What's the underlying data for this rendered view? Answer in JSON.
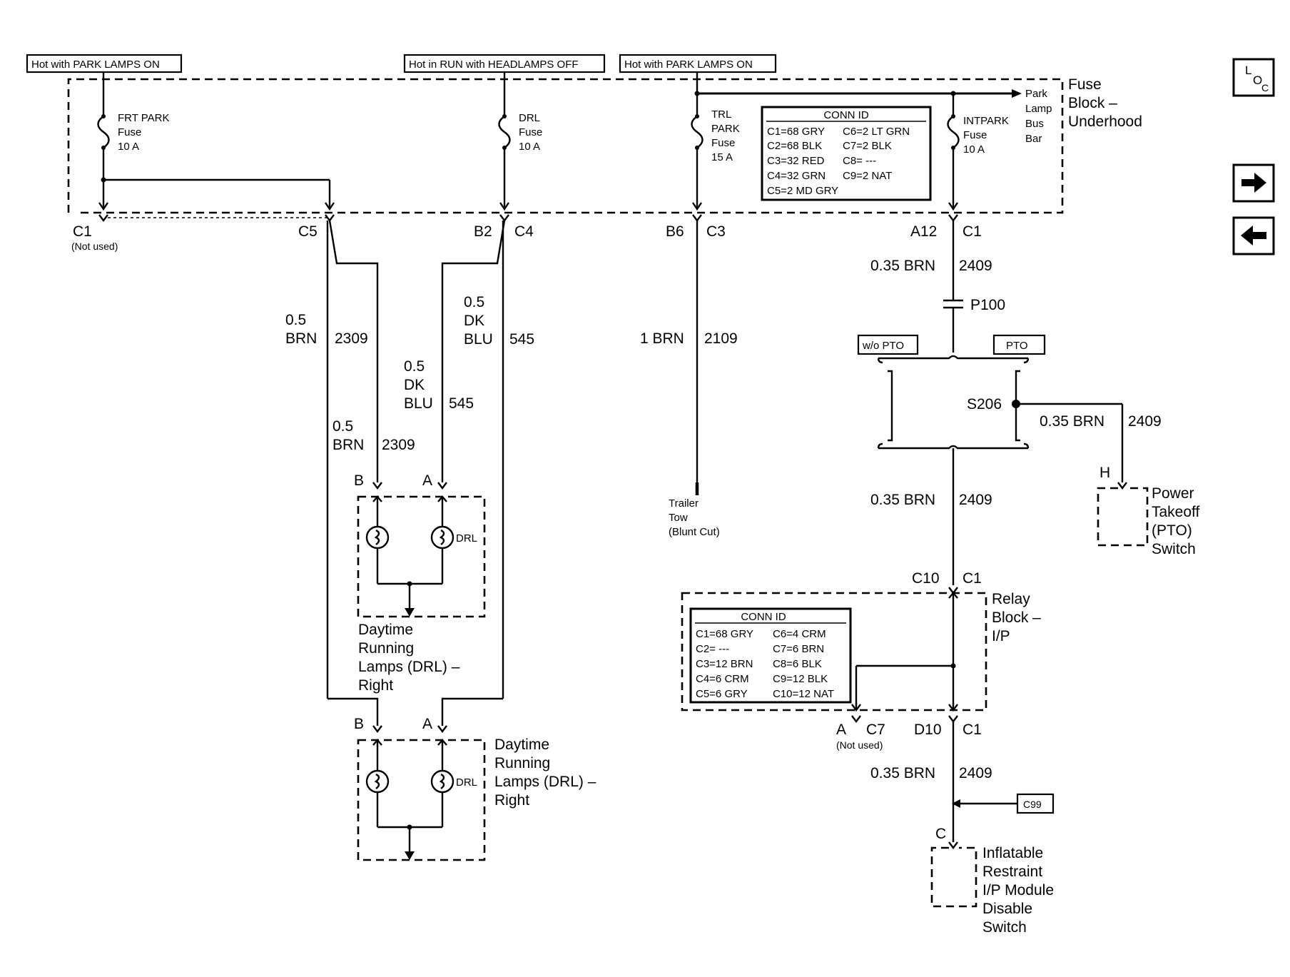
{
  "hot_labels": {
    "park_left": "Hot with PARK LAMPS ON",
    "run_drl": "Hot in RUN with HEADLAMPS OFF",
    "park_right": "Hot with PARK LAMPS ON"
  },
  "fuse_block": {
    "title_1": "Fuse",
    "title_2": "Block –",
    "title_3": "Underhood",
    "fuses": {
      "frt_park": {
        "l1": "FRT PARK",
        "l2": "Fuse",
        "l3": "10 A"
      },
      "drl": {
        "l1": "DRL",
        "l2": "Fuse",
        "l3": "10 A"
      },
      "trl_park": {
        "l1": "TRL",
        "l2": "PARK",
        "l3": "Fuse",
        "l4": "15 A"
      },
      "intpark": {
        "l1": "INTPARK",
        "l2": "Fuse",
        "l3": "10 A"
      }
    },
    "bus_bar": {
      "l1": "Park",
      "l2": "Lamp",
      "l3": "Bus",
      "l4": "Bar"
    },
    "conn_id": {
      "title": "CONN ID",
      "left": [
        "C1=68 GRY",
        "C2=68 BLK",
        "C3=32 RED",
        "C4=32 GRN",
        "C5=2 MD GRY"
      ],
      "right": [
        "C6=2 LT GRN",
        "C7=2 BLK",
        "C8= ---",
        "C9=2 NAT"
      ]
    }
  },
  "connectors": {
    "c1_left": "C1",
    "not_used_1": "(Not used)",
    "c5": "C5",
    "b2": "B2",
    "c4": "C4",
    "b6": "B6",
    "c3": "C3",
    "a12": "A12",
    "c1_right": "C1",
    "p100": "P100",
    "s206": "S206",
    "c10": "C10",
    "c1_relay_top": "C1",
    "a_c7_a": "A",
    "a_c7_c7": "C7",
    "not_used_2": "(Not used)",
    "d10": "D10",
    "c1_relay_bot": "C1"
  },
  "wires": {
    "w2309_top_gauge": "0.5",
    "w2309_top_color": "BRN",
    "w2309_top_num": "2309",
    "w545_top_gauge": "0.5",
    "w545_top_color1": "DK",
    "w545_top_color2": "BLU",
    "w545_top_num": "545",
    "w545_mid_gauge": "0.5",
    "w545_mid_color1": "DK",
    "w545_mid_color2": "BLU",
    "w545_mid_num": "545",
    "w2309_mid_gauge": "0.5",
    "w2309_mid_color": "BRN",
    "w2309_mid_num": "2309",
    "w2109_label": "1 BRN",
    "w2109_num": "2109",
    "w2409_1_label": "0.35 BRN",
    "w2409_1_num": "2409",
    "w2409_2_label": "0.35 BRN",
    "w2409_2_num": "2409",
    "w2409_3_label": "0.35 BRN",
    "w2409_3_num": "2409",
    "w2409_4_label": "0.35 BRN",
    "w2409_4_num": "2409"
  },
  "options": {
    "wo_pto": "w/o PTO",
    "pto": "PTO"
  },
  "trailer": {
    "l1": "Trailer",
    "l2": "Tow",
    "l3": "(Blunt Cut)"
  },
  "drl_upper": {
    "pin_b": "B",
    "pin_a": "A",
    "lamp_label": "DRL",
    "l1": "Daytime",
    "l2": "Running",
    "l3": "Lamps (DRL) –",
    "l4": "Right"
  },
  "drl_lower": {
    "pin_b": "B",
    "pin_a": "A",
    "lamp_label": "DRL",
    "l1": "Daytime",
    "l2": "Running",
    "l3": "Lamps (DRL) –",
    "l4": "Right"
  },
  "pto_switch": {
    "pin": "H",
    "l1": "Power",
    "l2": "Takeoff",
    "l3": "(PTO)",
    "l4": "Switch"
  },
  "relay_block": {
    "l1": "Relay",
    "l2": "Block –",
    "l3": "I/P",
    "conn_id": {
      "title": "CONN ID",
      "left": [
        "C1=68 GRY",
        "C2= ---",
        "C3=12 BRN",
        "C4=6 CRM",
        "C5=6 GRY"
      ],
      "right": [
        "C6=4 CRM",
        "C7=6 BRN",
        "C8=6 BLK",
        "C9=12 BLK",
        "C10=12 NAT"
      ]
    }
  },
  "c99": "C99",
  "inflatable": {
    "pin": "C",
    "l1": "Inflatable",
    "l2": "Restraint",
    "l3": "I/P Module",
    "l4": "Disable",
    "l5": "Switch"
  },
  "nav": {
    "loc_l": "L",
    "loc_o": "O",
    "loc_c": "C"
  }
}
